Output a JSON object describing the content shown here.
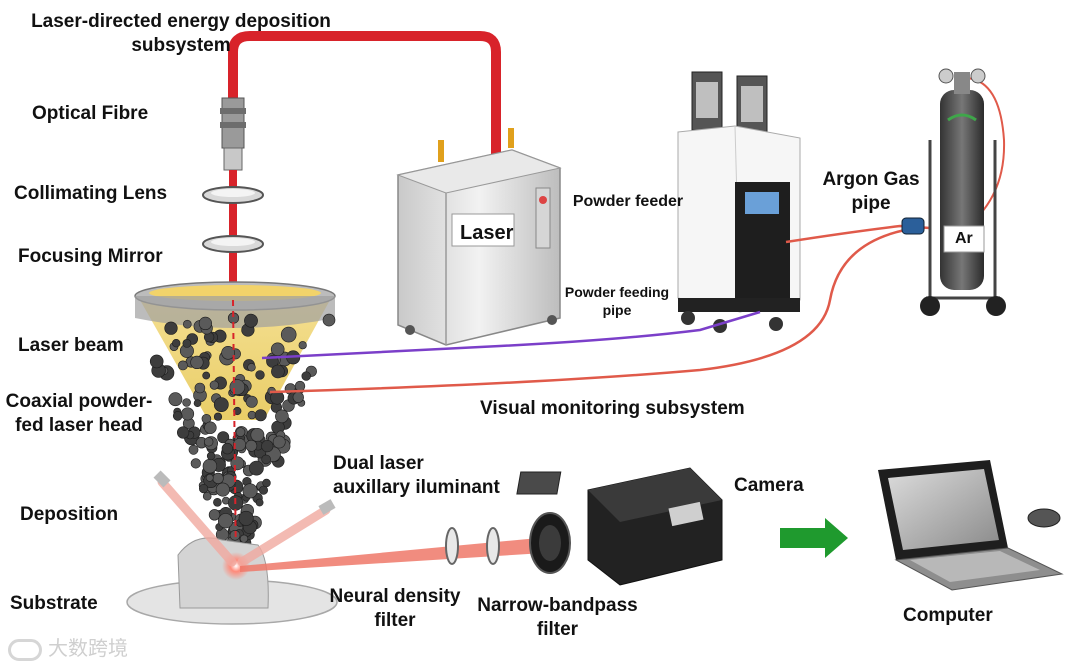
{
  "diagram": {
    "labels": {
      "ded_subsystem": "Laser-directed energy deposition\nsubsystem",
      "optical_fibre": "Optical Fibre",
      "collimating_lens": "Collimating Lens",
      "focusing_mirror": "Focusing Mirror",
      "laser_beam": "Laser beam",
      "coaxial_head": "Coaxial powder-\nfed laser head",
      "deposition": "Deposition",
      "substrate": "Substrate",
      "laser": "Laser",
      "powder_feeder": "Powder feeder",
      "powder_feeding_pipe": "Powder feeding\npipe",
      "argon_gas_pipe": "Argon Gas\npipe",
      "argon_tag": "Ar",
      "visual_monitoring": "Visual monitoring subsystem",
      "dual_laser": "Dual laser\nauxillary iluminant",
      "neural_density_filter": "Neural density\nfilter",
      "narrow_bandpass_filter": "Narrow-bandpass\nfilter",
      "camera": "Camera",
      "computer": "Computer"
    },
    "watermark": "大数跨境",
    "colors": {
      "fibre_red": "#d8232a",
      "beam_red": "#e8453c",
      "powder_pipe": "#7b3fc9",
      "gas_pipe": "#e05a4a",
      "arrow_green": "#1f9a2e",
      "powder_yellow": "#e6c65a"
    }
  }
}
